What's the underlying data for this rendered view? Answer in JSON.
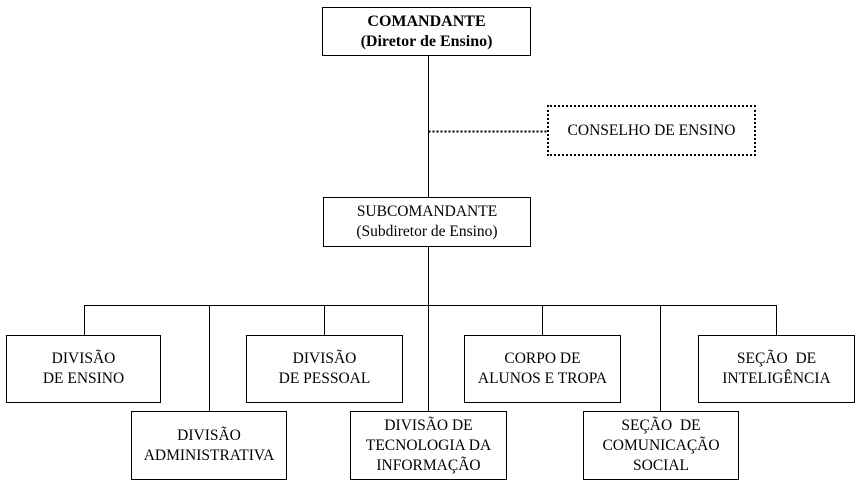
{
  "nodes": {
    "comandante": {
      "line1": "COMANDANTE",
      "line2": "(Diretor de Ensino)"
    },
    "conselho": {
      "line1": "CONSELHO DE ENSINO"
    },
    "subcomandante": {
      "line1": "SUBCOMANDANTE",
      "line2": "(Subdiretor de Ensino)"
    },
    "divisao_ensino": {
      "line1": "DIVISÃO",
      "line2": "DE ENSINO"
    },
    "divisao_pessoal": {
      "line1": "DIVISÃO",
      "line2": "DE PESSOAL"
    },
    "corpo_alunos": {
      "line1": "CORPO DE",
      "line2": "ALUNOS E TROPA"
    },
    "secao_inteligencia": {
      "line1": "SEÇÃO  DE",
      "line2": "INTELIGÊNCIA"
    },
    "divisao_administrativa": {
      "line1": "DIVISÃO",
      "line2": "ADMINISTRATIVA"
    },
    "divisao_tecnologia": {
      "line1": "DIVISÃO DE",
      "line2": "TECNOLOGIA DA",
      "line3": "INFORMAÇÃO"
    },
    "secao_comunicacao": {
      "line1": "SEÇÃO  DE",
      "line2": "COMUNICAÇÃO",
      "line3": "SOCIAL"
    }
  }
}
